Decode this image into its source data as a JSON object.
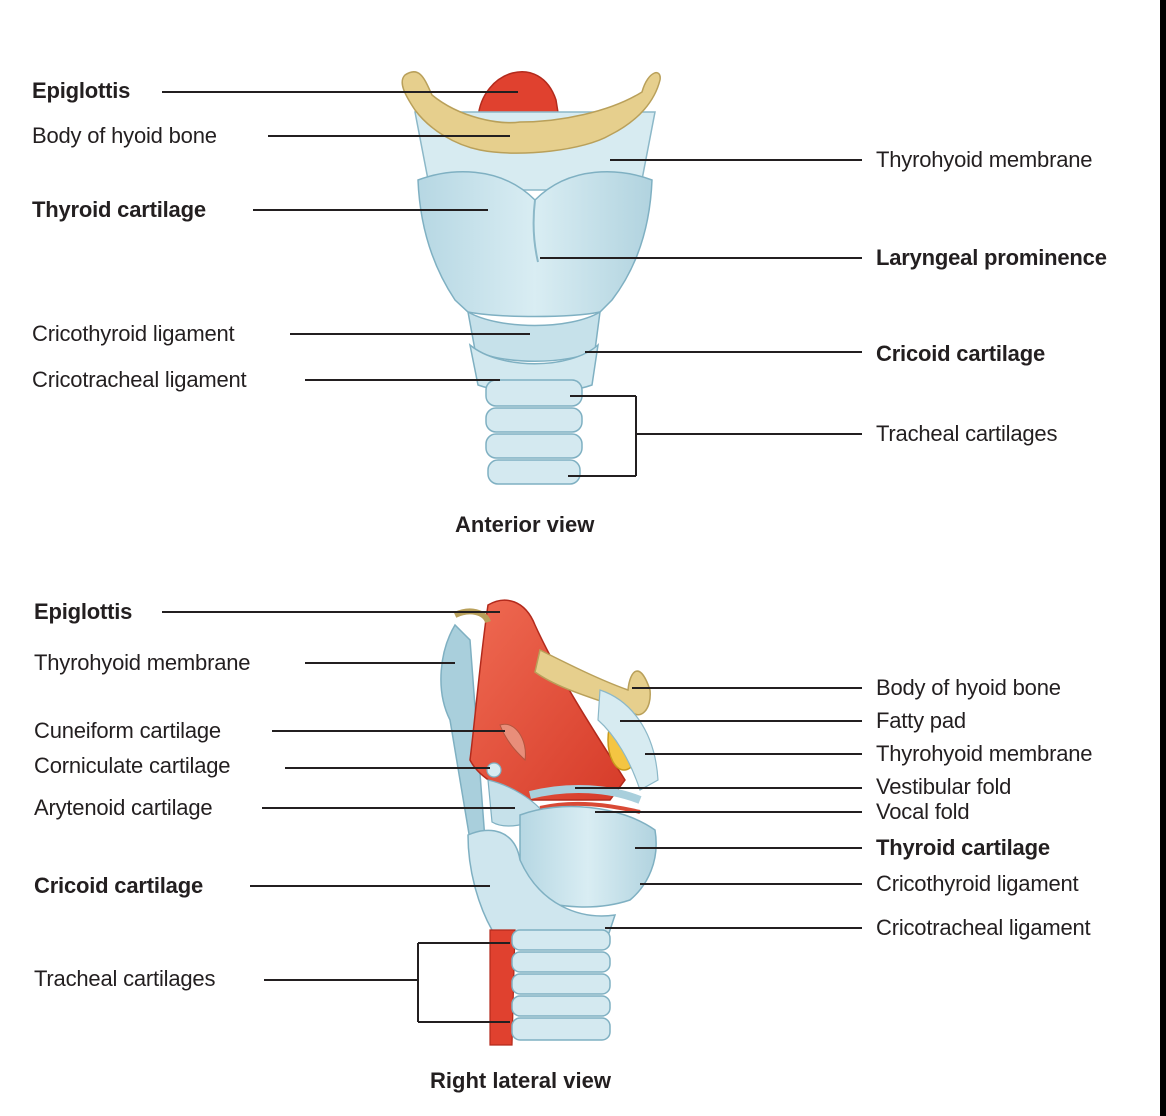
{
  "anterior": {
    "caption": "Anterior view",
    "left_labels": {
      "epiglottis": "Epiglottis",
      "hyoid_body": "Body of hyoid bone",
      "thyroid_cartilage": "Thyroid cartilage",
      "cricothyroid_ligament": "Cricothyroid ligament",
      "cricotracheal_ligament": "Cricotracheal ligament"
    },
    "right_labels": {
      "thyrohyoid_membrane": "Thyrohyoid membrane",
      "laryngeal_prominence": "Laryngeal prominence",
      "cricoid_cartilage": "Cricoid cartilage",
      "tracheal_cartilages": "Tracheal cartilages"
    }
  },
  "lateral": {
    "caption": "Right lateral view",
    "left_labels": {
      "epiglottis": "Epiglottis",
      "thyrohyoid_membrane": "Thyrohyoid membrane",
      "cuneiform_cartilage": "Cuneiform cartilage",
      "corniculate_cartilage": "Corniculate cartilage",
      "arytenoid_cartilage": "Arytenoid cartilage",
      "cricoid_cartilage": "Cricoid cartilage",
      "tracheal_cartilages": "Tracheal cartilages"
    },
    "right_labels": {
      "hyoid_body": "Body of hyoid bone",
      "fatty_pad": "Fatty pad",
      "thyrohyoid_membrane": "Thyrohyoid membrane",
      "vestibular_fold": "Vestibular fold",
      "vocal_fold": "Vocal fold",
      "thyroid_cartilage": "Thyroid cartilage",
      "cricothyroid_ligament": "Cricothyroid ligament",
      "cricotracheal_ligament": "Cricotracheal ligament"
    }
  },
  "colors": {
    "cartilage": "#cfe6ee",
    "cartilage_shade": "#a9cfdc",
    "cartilage_outline": "#7fb0c2",
    "bone": "#e6cf8d",
    "muscle_red": "#e8523f",
    "epiglottis_red": "#e0412f",
    "fat_yellow": "#f4c542",
    "leader_line": "#231f20"
  }
}
